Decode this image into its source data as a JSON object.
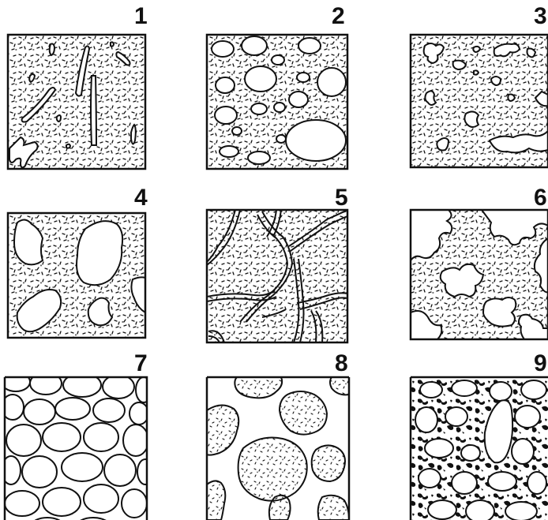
{
  "figure": {
    "panels": [
      {
        "id": 1,
        "label": "1"
      },
      {
        "id": 2,
        "label": "2"
      },
      {
        "id": 3,
        "label": "3"
      },
      {
        "id": 4,
        "label": "4"
      },
      {
        "id": 5,
        "label": "5"
      },
      {
        "id": 6,
        "label": "6"
      },
      {
        "id": 7,
        "label": "7"
      },
      {
        "id": 8,
        "label": "8"
      },
      {
        "id": 9,
        "label": "9"
      }
    ],
    "colors": {
      "ink": "#111111",
      "paper": "#ffffff"
    }
  }
}
